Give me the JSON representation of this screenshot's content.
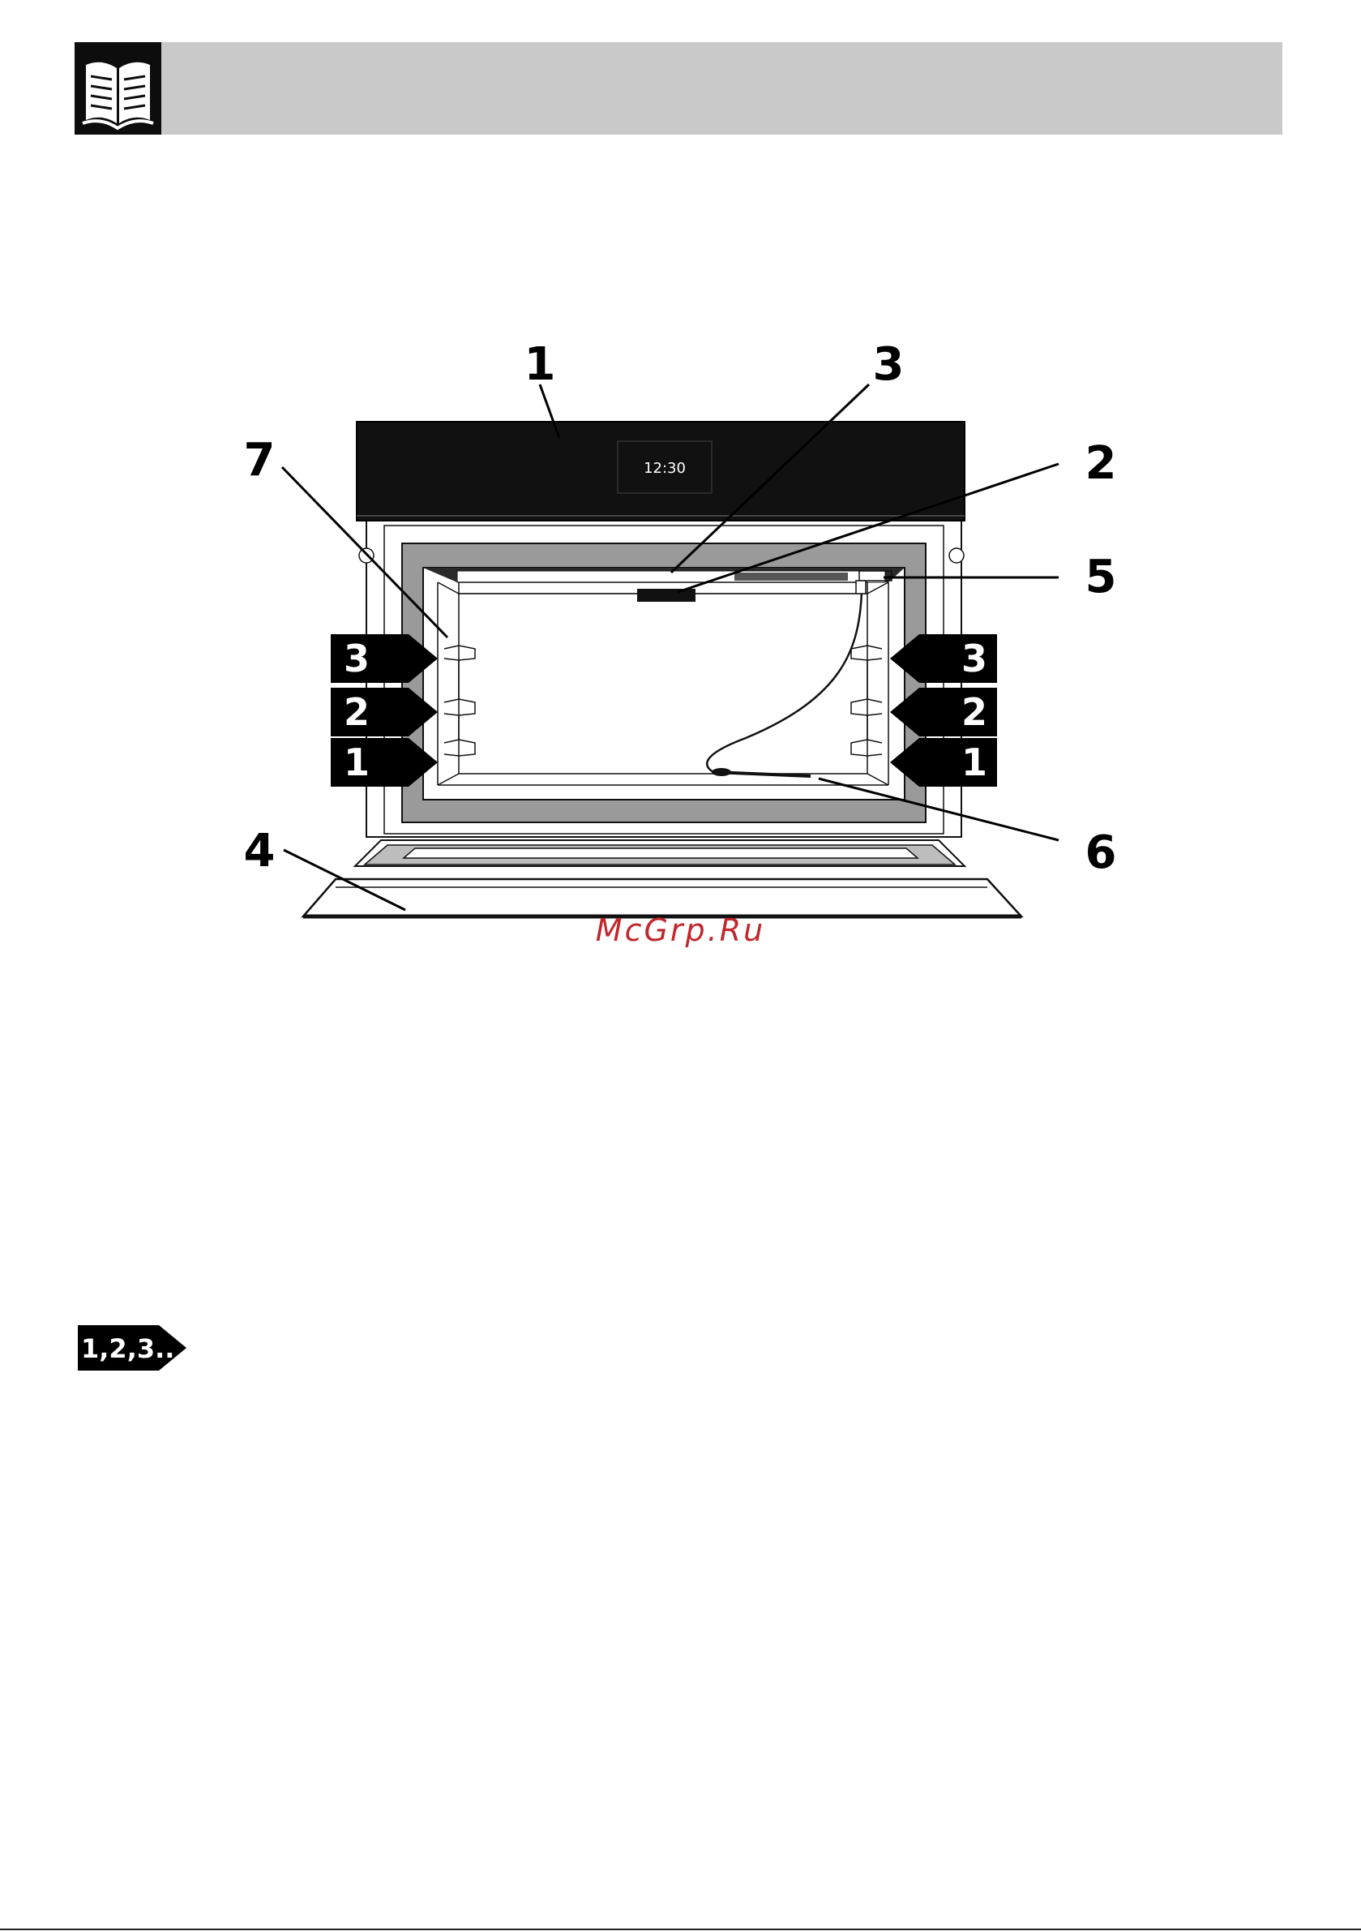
{
  "header": {
    "icon": "open-book-icon",
    "background": "#c9c9c9"
  },
  "diagram": {
    "callouts": [
      "1",
      "2",
      "3",
      "4",
      "5",
      "6",
      "7"
    ],
    "display_time": "12:30",
    "shelf_levels_left": [
      "3",
      "2",
      "1"
    ],
    "shelf_levels_right": [
      "3",
      "2",
      "1"
    ]
  },
  "watermark": "McGrp.Ru",
  "sequence_tag": "1,2,3..",
  "colors": {
    "watermark": "#c1272d",
    "label_fill": "#000000",
    "header": "#c9c9c9"
  }
}
